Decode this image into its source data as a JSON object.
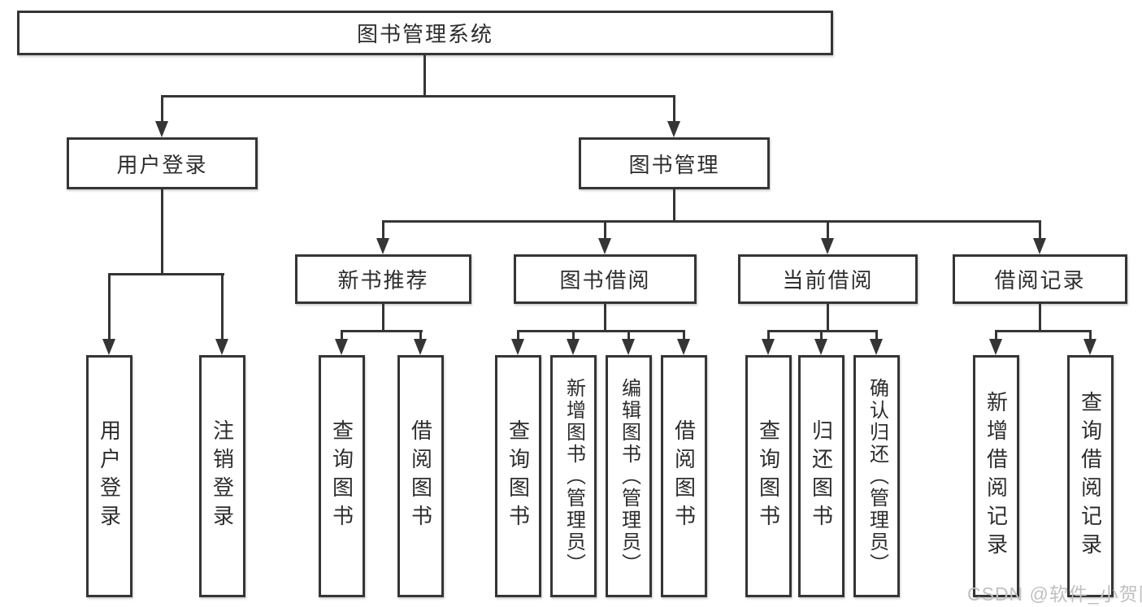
{
  "diagram": {
    "root": {
      "label": "图书管理系统"
    },
    "level2": {
      "login": {
        "label": "用户登录"
      },
      "management": {
        "label": "图书管理"
      }
    },
    "level3": {
      "new_books": {
        "label": "新书推荐"
      },
      "borrowing": {
        "label": "图书借阅"
      },
      "current": {
        "label": "当前借阅"
      },
      "records": {
        "label": "借阅记录"
      }
    },
    "leaves": {
      "user_login": "用户登录",
      "logout": "注销登录",
      "nb_search": "查询图书",
      "nb_borrow": "借阅图书",
      "bw_search": "查询图书",
      "bw_add": "新增图书（管理员）",
      "bw_edit": "编辑图书（管理员）",
      "bw_borrow": "借阅图书",
      "cur_search": "查询图书",
      "cur_return": "归还图书",
      "cur_confirm": "确认归还（管理员）",
      "rec_add": "新增借阅记录",
      "rec_search": "查询借阅记录"
    },
    "colors": {
      "line": "#353535",
      "text": "#2d2d2d",
      "background": "#ffffff",
      "watermark": "#c1c0c0"
    }
  },
  "watermark": {
    "text": "CSDN @软件_小贺同学"
  }
}
